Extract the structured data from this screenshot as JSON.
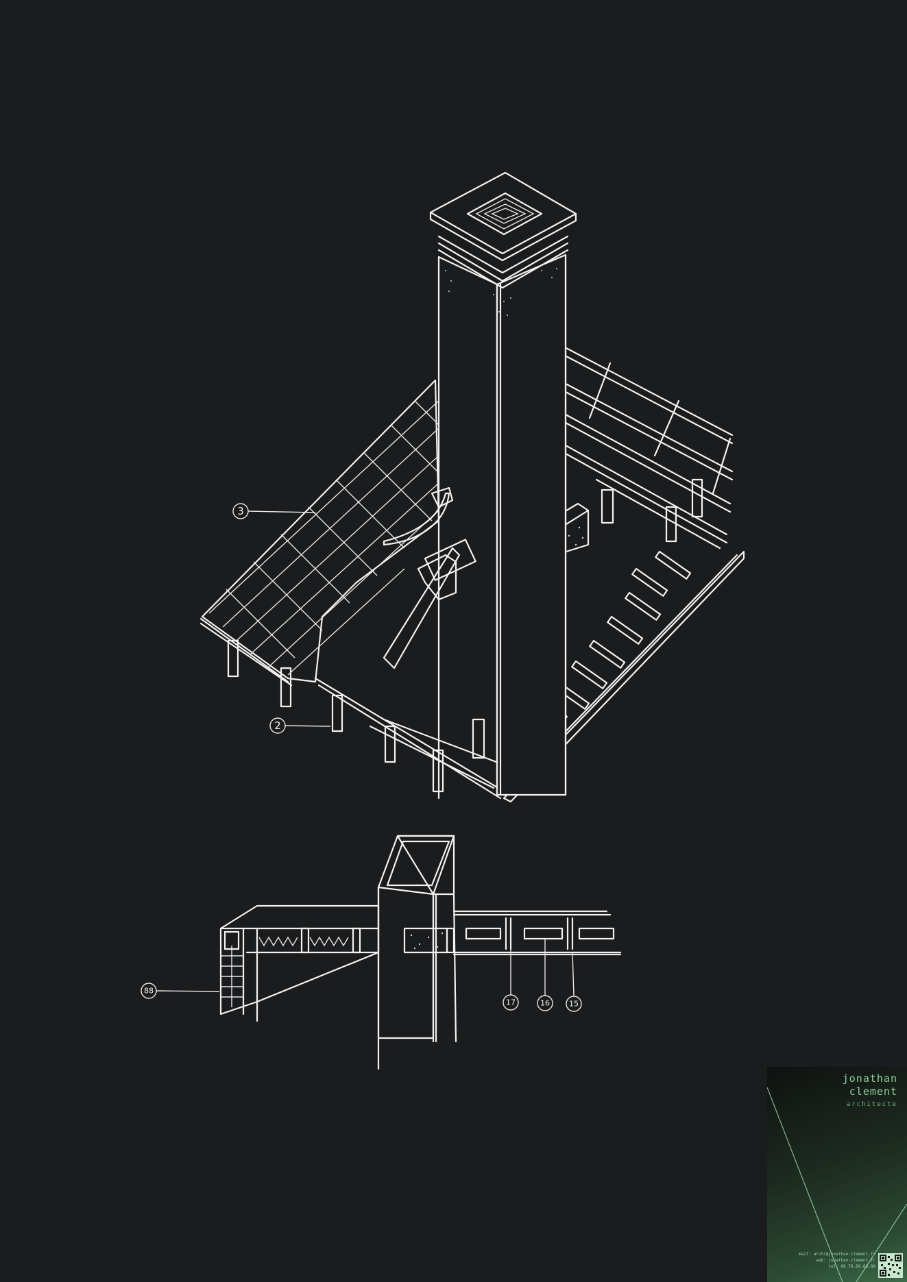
{
  "callouts": {
    "c3": "3",
    "c2": "2",
    "c88": "88",
    "c17": "17",
    "c16": "16",
    "c15": "15"
  },
  "title_block": {
    "first_name": "jonathan",
    "last_name": "clement",
    "role": "architecte",
    "mail": "mail: archi@jonathan-clement.fr",
    "web": "web: jonathan-clement.fr",
    "tel": "tel: 06.78.89.88.88"
  },
  "colors": {
    "background": "#1b1c1e",
    "line": "#f2f2f2",
    "brand_green": "#8fd49b"
  }
}
